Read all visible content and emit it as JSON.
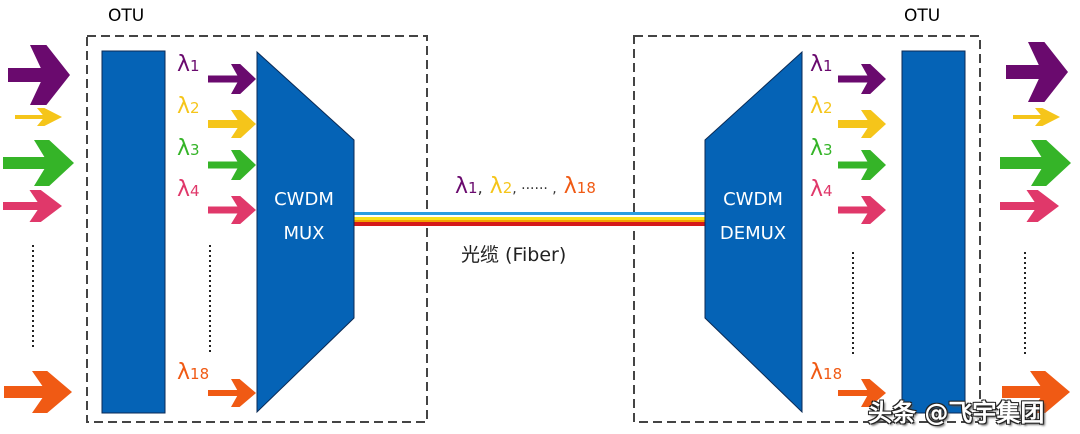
{
  "colors": {
    "block_blue": "#0563b6",
    "dash_border": "#444444",
    "lambda1": "#6a0a6e",
    "lambda2": "#f5c51a",
    "lambda3": "#35b428",
    "lambda4": "#e0386a",
    "lambda18": "#f05a14",
    "fiber_blue": "#2a9ee0",
    "fiber_yellow": "#f7e11a",
    "fiber_orange": "#f5a000",
    "fiber_red": "#d51919"
  },
  "left": {
    "otu_label": "OTU",
    "mux_label_line1": "CWDM",
    "mux_label_line2": "MUX",
    "wavelengths": [
      {
        "symbol": "λ",
        "index": "1",
        "color_key": "lambda1"
      },
      {
        "symbol": "λ",
        "index": "2",
        "color_key": "lambda2"
      },
      {
        "symbol": "λ",
        "index": "3",
        "color_key": "lambda3"
      },
      {
        "symbol": "λ",
        "index": "4",
        "color_key": "lambda4"
      },
      {
        "symbol": "λ",
        "index": "18",
        "color_key": "lambda18"
      }
    ]
  },
  "fiber": {
    "wl_1": "λ",
    "wl_1_idx": "1",
    "sep1": ",",
    "wl_2": "λ",
    "wl_2_idx": "2",
    "sep2": ", ······ ,",
    "wl_18": "λ",
    "wl_18_idx": "18",
    "caption": "光缆 (Fiber)"
  },
  "right": {
    "otu_label": "OTU",
    "demux_label_line1": "CWDM",
    "demux_label_line2": "DEMUX",
    "wavelengths": [
      {
        "symbol": "λ",
        "index": "1",
        "color_key": "lambda1"
      },
      {
        "symbol": "λ",
        "index": "2",
        "color_key": "lambda2"
      },
      {
        "symbol": "λ",
        "index": "3",
        "color_key": "lambda3"
      },
      {
        "symbol": "λ",
        "index": "4",
        "color_key": "lambda4"
      },
      {
        "symbol": "λ",
        "index": "18",
        "color_key": "lambda18"
      }
    ]
  },
  "watermark": "头条 @飞宇集团"
}
